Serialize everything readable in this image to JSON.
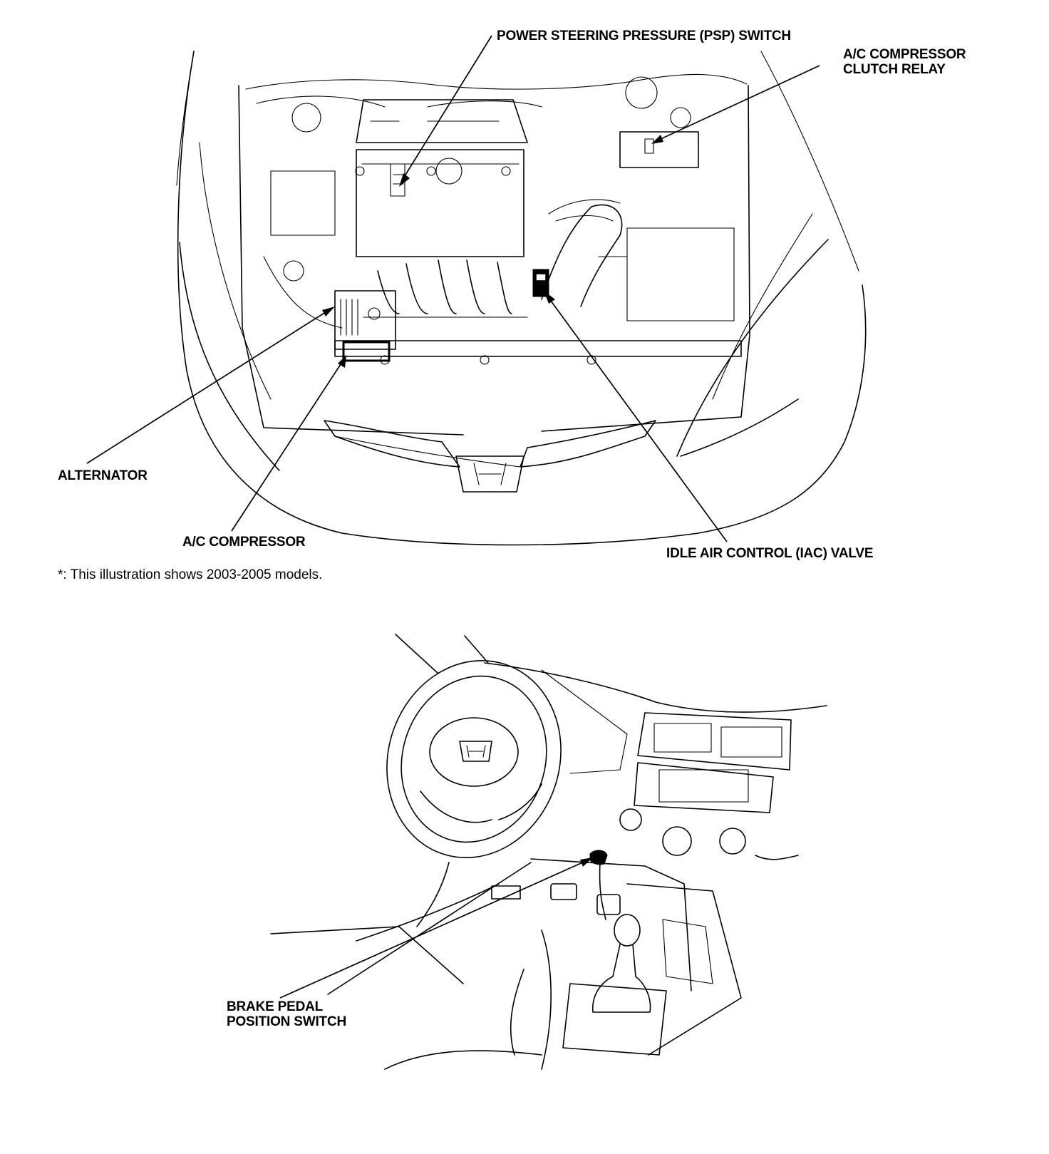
{
  "engine_bay": {
    "labels": {
      "psp_switch": "POWER STEERING PRESSURE (PSP) SWITCH",
      "ac_relay_line1": "A/C COMPRESSOR",
      "ac_relay_line2": "CLUTCH RELAY",
      "alternator": "ALTERNATOR",
      "ac_compressor": "A/C COMPRESSOR",
      "iac_valve": "IDLE AIR CONTROL (IAC) VALVE"
    },
    "footnote": "*: This illustration shows 2003-2005 models."
  },
  "interior": {
    "labels": {
      "brake_switch_line1": "BRAKE PEDAL",
      "brake_switch_line2": "POSITION SWITCH"
    }
  }
}
